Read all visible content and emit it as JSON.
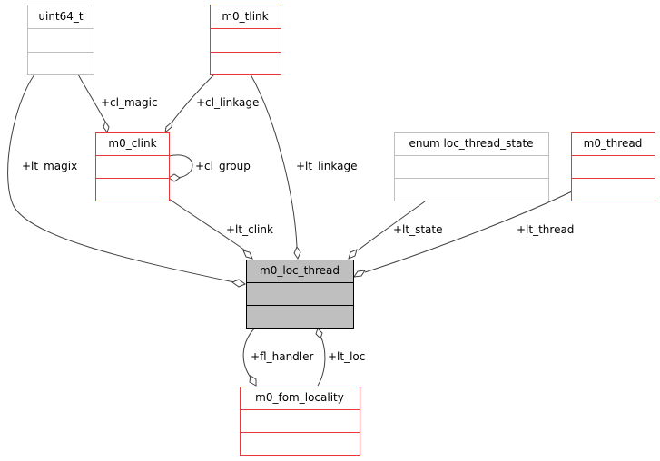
{
  "colors": {
    "red_border": "#e8383b",
    "gray_border": "#bfbfbf",
    "main_fill": "#bfbfbf",
    "main_border": "#000000",
    "edge": "#404040"
  },
  "nodes": {
    "uint64_t": {
      "name": "uint64_t"
    },
    "m0_tlink": {
      "name": "m0_tlink"
    },
    "m0_clink": {
      "name": "m0_clink"
    },
    "loc_thread_state": {
      "name": "enum loc_thread_state"
    },
    "m0_thread": {
      "name": "m0_thread"
    },
    "m0_loc_thread": {
      "name": "m0_loc_thread"
    },
    "m0_fom_locality": {
      "name": "m0_fom_locality"
    }
  },
  "edges": {
    "cl_magic": "+cl_magic",
    "cl_linkage": "+cl_linkage",
    "cl_group": "+cl_group",
    "lt_magix": "+lt_magix",
    "lt_linkage": "+lt_linkage",
    "lt_clink": "+lt_clink",
    "lt_state": "+lt_state",
    "lt_thread": "+lt_thread",
    "fl_handler": "+fl_handler",
    "lt_loc": "+lt_loc"
  }
}
